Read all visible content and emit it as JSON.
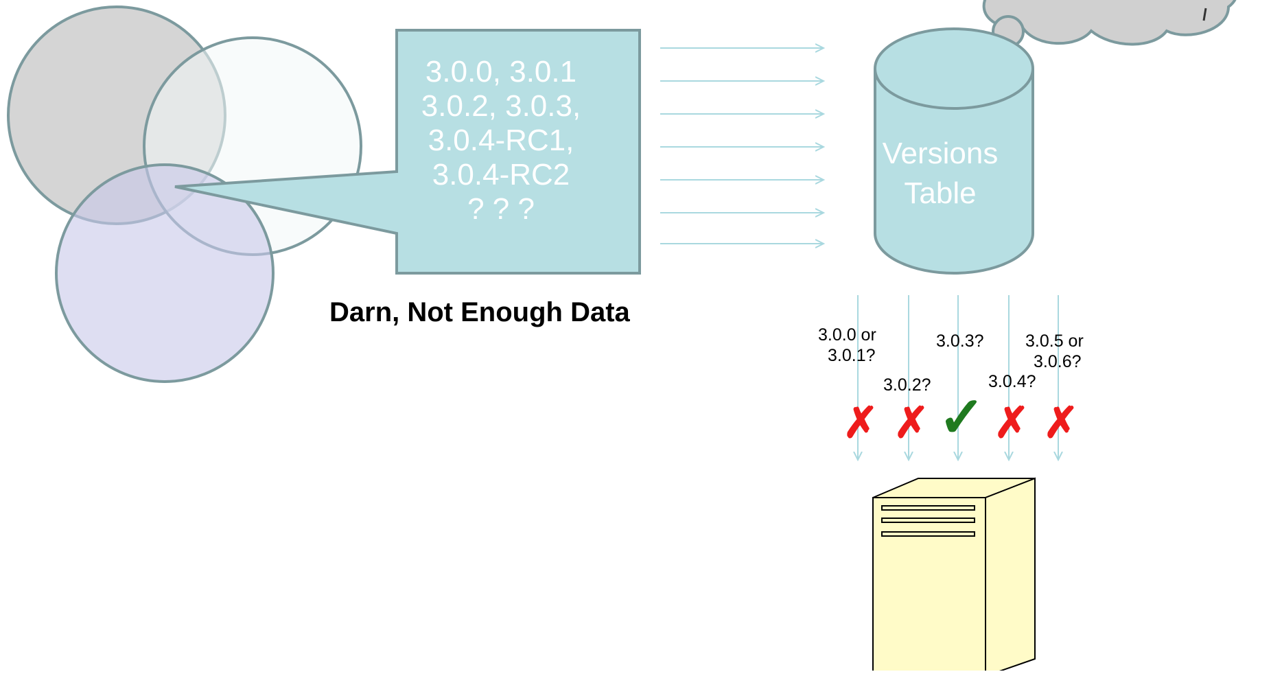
{
  "bubble": {
    "lines": [
      "3.0.0, 3.0.1",
      "3.0.2, 3.0.3,",
      "3.0.4-RC1,",
      "3.0.4-RC2",
      "? ? ?"
    ]
  },
  "caption": "Darn, Not Enough Data",
  "cylinder": {
    "lines": [
      "Versions",
      "Table"
    ]
  },
  "probes": [
    {
      "label_lines": [
        "3.0.0 or",
        "3.0.1?"
      ],
      "result": "✗",
      "result_name": "cross"
    },
    {
      "label_lines": [
        "3.0.2?"
      ],
      "result": "✗",
      "result_name": "cross"
    },
    {
      "label_lines": [
        "3.0.3?"
      ],
      "result": "✓",
      "result_name": "check"
    },
    {
      "label_lines": [
        "3.0.4?"
      ],
      "result": "✗",
      "result_name": "cross"
    },
    {
      "label_lines": [
        "3.0.5 or",
        "3.0.6?"
      ],
      "result": "✗",
      "result_name": "cross"
    }
  ],
  "colors": {
    "gray_circle": "#d0d0d0",
    "light_circle": "#f3f8f8",
    "lavender_circle": "#dcdcf0",
    "outline": "#7c9a9e",
    "teal_fill": "#b7dfe3",
    "arrow": "#a9d8df",
    "server_fill": "#fffbc8",
    "cross": "#ee1c1c",
    "check": "#1f7a1f"
  }
}
